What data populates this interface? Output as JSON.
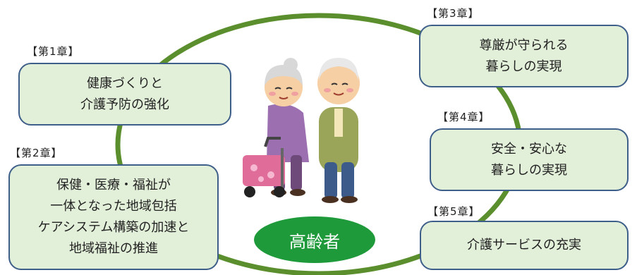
{
  "chapters": [
    {
      "tag": "【第1章】",
      "lines": [
        "健康づくりと",
        "介護予防の強化"
      ]
    },
    {
      "tag": "【第2章】",
      "lines": [
        "保健・医療・福祉が",
        "一体となった地域包括",
        "ケアシステム構築の加速と",
        "地域福祉の推進"
      ]
    },
    {
      "tag": "【第3章】",
      "lines": [
        "尊厳が守られる",
        "暮らしの実現"
      ]
    },
    {
      "tag": "【第4章】",
      "lines": [
        "安全・安心な",
        "暮らしの実現"
      ]
    },
    {
      "tag": "【第5章】",
      "lines": [
        "介護サービスの充実"
      ]
    }
  ],
  "center": {
    "label": "高齢者"
  },
  "colors": {
    "ring": "#5b8f2e",
    "box_fill": "#e2efd9",
    "box_border": "#3e5f8a",
    "center_fill": "#1e9a3a"
  },
  "illustration": {
    "icon": "elderly-couple-with-walker-icon"
  }
}
